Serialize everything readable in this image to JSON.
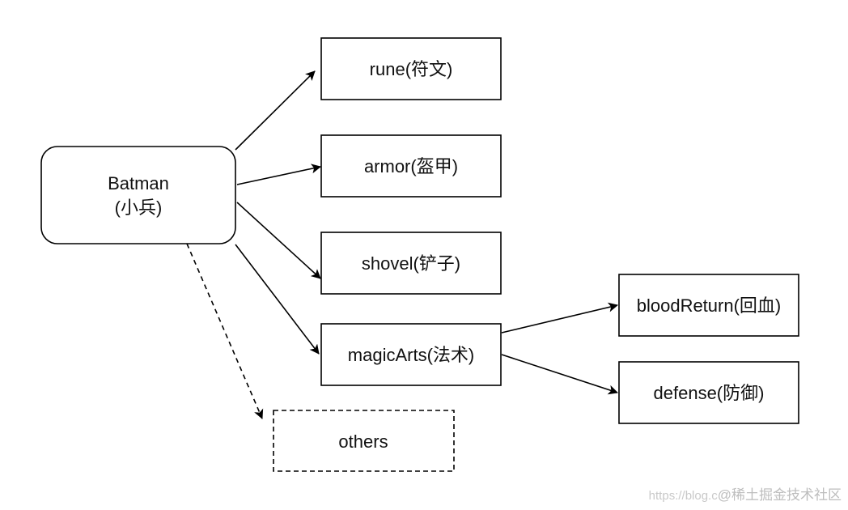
{
  "nodes": {
    "batman": {
      "line1": "Batman",
      "line2": "(小兵)"
    },
    "rune": {
      "label": "rune(符文)"
    },
    "armor": {
      "label": "armor(盔甲)"
    },
    "shovel": {
      "label": "shovel(铲子)"
    },
    "magicArts": {
      "label": "magicArts(法术)"
    },
    "bloodReturn": {
      "label": "bloodReturn(回血)"
    },
    "defense": {
      "label": "defense(防御)"
    },
    "others": {
      "label": "others"
    }
  },
  "watermark": {
    "url": "https://blog.c",
    "brand": "@稀土掘金技术社区"
  }
}
